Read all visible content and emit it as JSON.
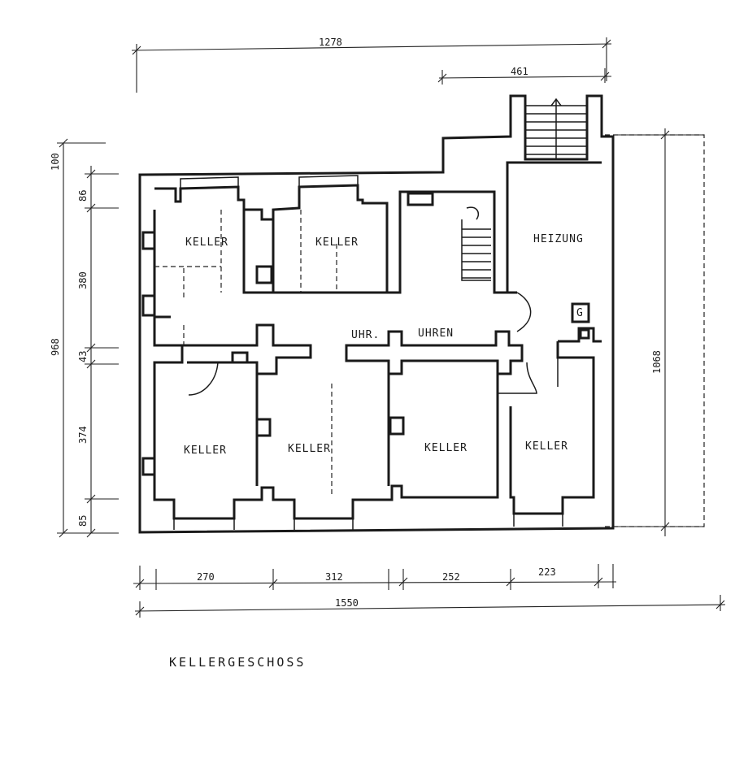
{
  "drawing": {
    "title": "KELLERGESCHOSS",
    "rooms": [
      {
        "id": "keller-1",
        "label": "KELLER"
      },
      {
        "id": "keller-2",
        "label": "KELLER"
      },
      {
        "id": "heizung",
        "label": "HEIZUNG"
      },
      {
        "id": "uhr",
        "label": "UHR."
      },
      {
        "id": "uhren",
        "label": "UHREN"
      },
      {
        "id": "keller-3",
        "label": "KELLER"
      },
      {
        "id": "keller-4",
        "label": "KELLER"
      },
      {
        "id": "keller-5",
        "label": "KELLER"
      },
      {
        "id": "keller-6",
        "label": "KELLER"
      }
    ],
    "g_symbol": "G",
    "dims": {
      "top_total": "1278",
      "top_right": "461",
      "left_total": "968",
      "left_100": "100",
      "left_86": "86",
      "left_380": "380",
      "left_43": "43",
      "left_374": "374",
      "left_85": "85",
      "right_total": "1068",
      "bottom_270": "270",
      "bottom_312": "312",
      "bottom_252": "252",
      "bottom_223": "223",
      "bottom_total": "1550"
    }
  }
}
